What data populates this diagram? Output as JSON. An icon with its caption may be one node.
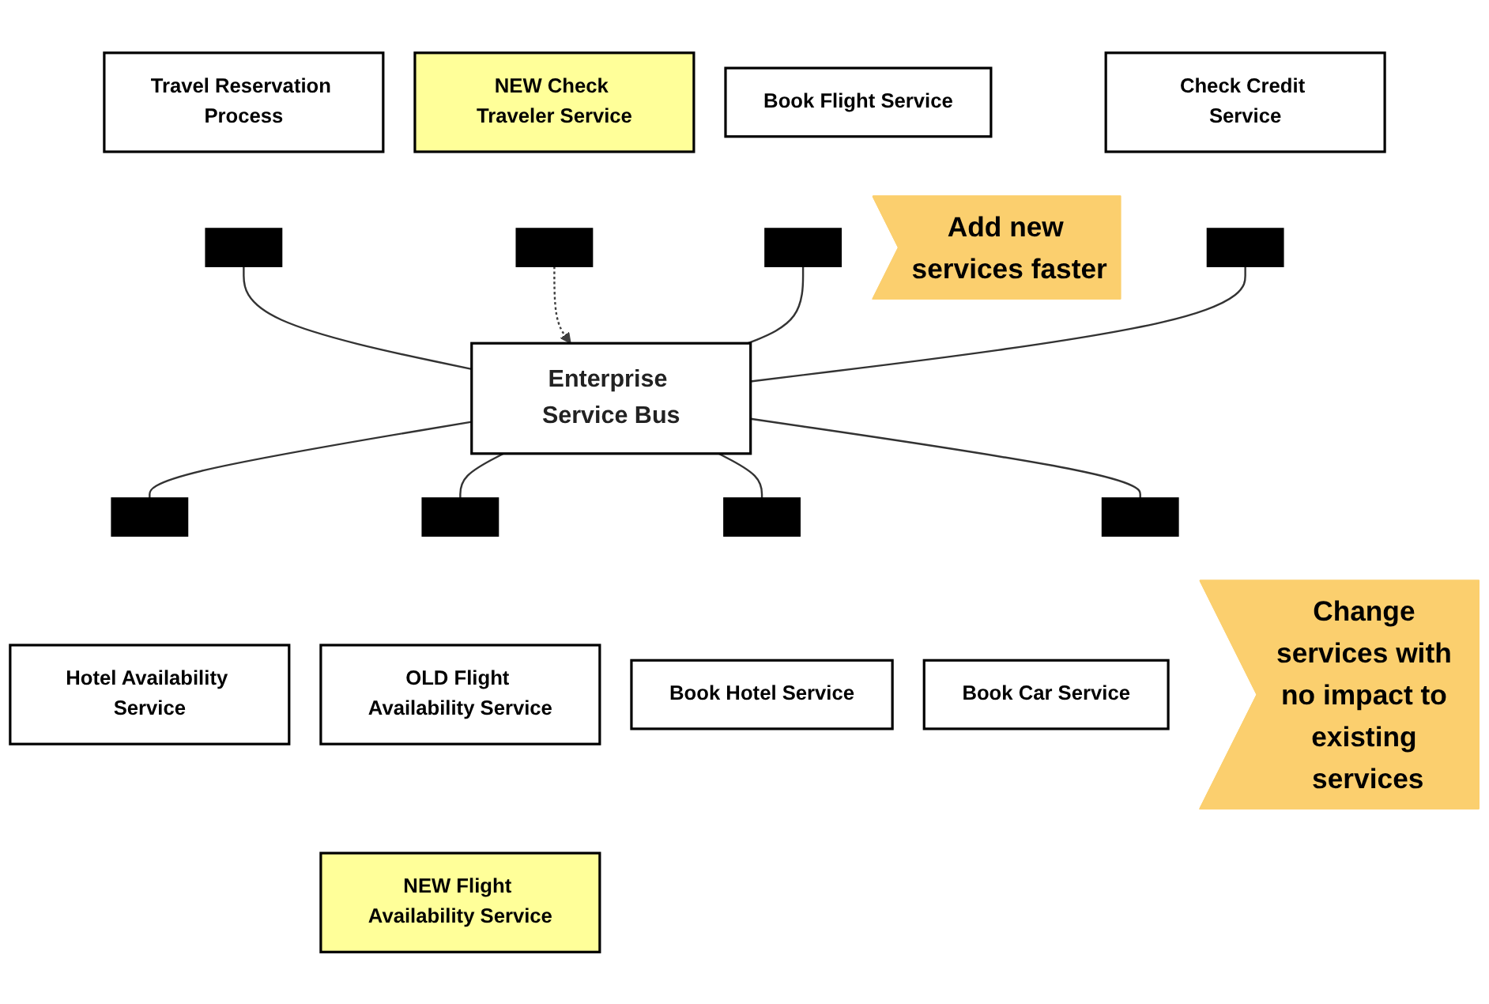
{
  "diagram": {
    "nodes": [
      {
        "text": [
          "Travel Reservation Process"
        ]
      },
      {
        "text": [
          "NEW Check Traveler Service"
        ]
      },
      {
        "text": [
          "Check Credit Service"
        ]
      },
      {
        "text": [
          "Book Flight Service"
        ]
      },
      {
        "text": [
          "Add new services faster"
        ]
      },
      {
        "text": [],
        "shape": "bar"
      },
      {
        "text": [],
        "shape": "bar"
      },
      {
        "text": [],
        "shape": "bar"
      },
      {
        "text": [],
        "shape": "bar"
      },
      {
        "text": [
          "Enterprise Service Bus"
        ]
      },
      {
        "text": [],
        "shape": "bar"
      },
      {
        "text": [],
        "shape": "bar"
      },
      {
        "text": [],
        "shape": "bar"
      },
      {
        "text": [],
        "shape": "bar"
      },
      {
        "text": [
          "Hotel Availability Service"
        ]
      },
      {
        "text": [
          "OLD Flight Availability Service"
        ]
      },
      {
        "text": [
          "Book Hotel Service"
        ]
      },
      {
        "text": [
          "Book Car Service"
        ]
      },
      {
        "text": [
          "Change services with no impact to existing services"
        ]
      },
      {
        "text": [
          "NEW Flight Availability Service"
        ]
      }
    ],
    "edges": [
      {
        "from": 5,
        "to": 9,
        "arrow": "none"
      },
      {
        "from": 6,
        "to": 9,
        "arrow": "to",
        "style": "dashed",
        "color": "#404040"
      },
      {
        "from": 7,
        "to": 9,
        "arrow": "none"
      },
      {
        "from": 8,
        "to": 9,
        "arrow": "none"
      },
      {
        "from": 9,
        "to": 10,
        "arrow": "none"
      },
      {
        "from": 9,
        "to": 11,
        "arrow": "none"
      },
      {
        "from": 9,
        "to": 12,
        "arrow": "none"
      },
      {
        "from": 9,
        "to": 13,
        "arrow": "none"
      }
    ]
  }
}
